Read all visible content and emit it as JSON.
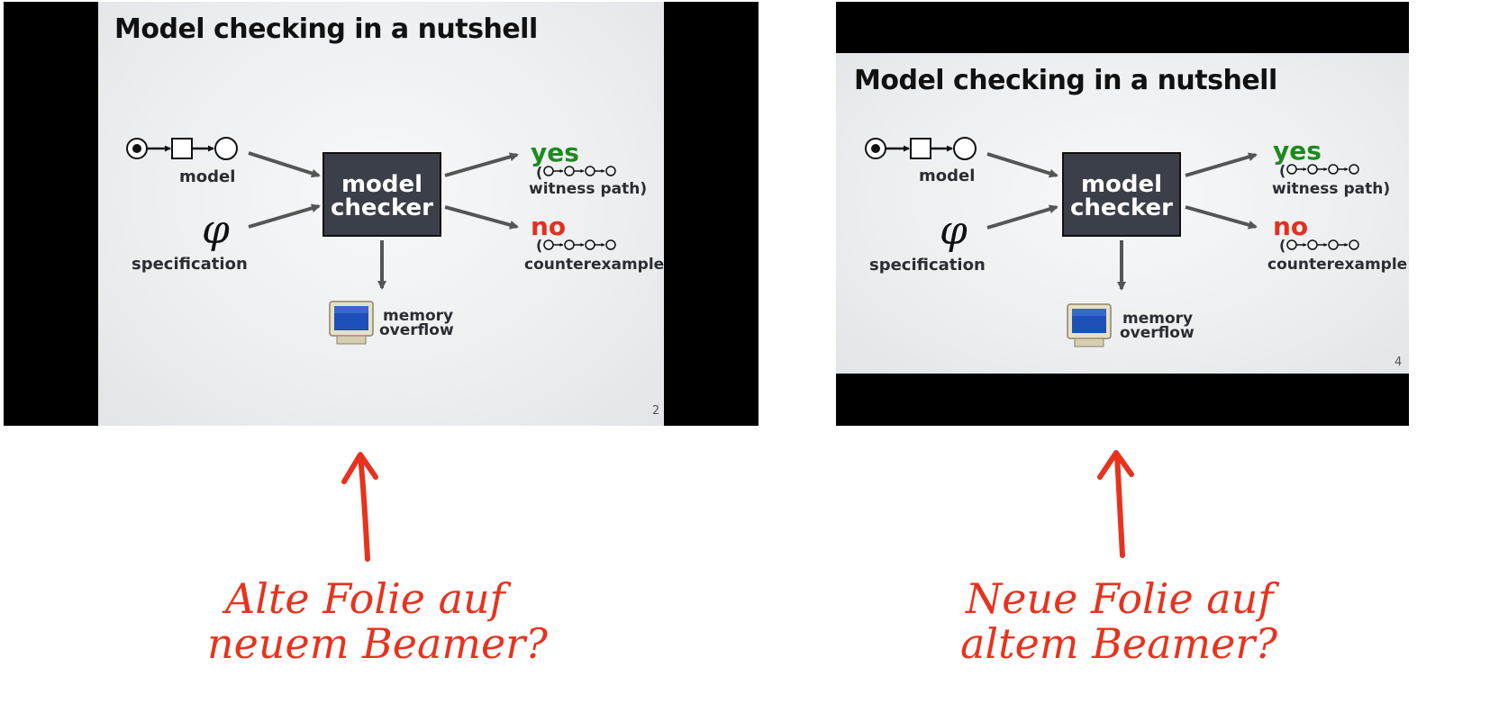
{
  "slides": [
    {
      "title": "Model checking in a nutshell",
      "model_label": "model",
      "specification_label": "specification",
      "phi_symbol": "φ",
      "checker_line1": "model",
      "checker_line2": "checker",
      "yes_label": "yes",
      "witness_paren": "(",
      "witness_label": "witness path)",
      "no_label": "no",
      "counterexample_paren": "(",
      "counterexample_label": "counterexample)",
      "memory_line1": "memory",
      "memory_line2": "overflow",
      "page_number": "2"
    },
    {
      "title": "Model checking in a nutshell",
      "model_label": "model",
      "specification_label": "specification",
      "phi_symbol": "φ",
      "checker_line1": "model",
      "checker_line2": "checker",
      "yes_label": "yes",
      "witness_paren": "(",
      "witness_label": "witness path)",
      "no_label": "no",
      "counterexample_paren": "(",
      "counterexample_label": "counterexample)",
      "memory_line1": "memory",
      "memory_line2": "overflow",
      "page_number": "4"
    }
  ],
  "captions": [
    {
      "line1": "Alte Folie auf",
      "line2": "neuem Beamer?"
    },
    {
      "line1": "Neue Folie auf",
      "line2": "altem Beamer?"
    }
  ],
  "colors": {
    "annotation_red": "#e8321e",
    "yes_green": "#1e8a1e",
    "no_red": "#e2301e",
    "checker_box": "#3b3f48"
  }
}
